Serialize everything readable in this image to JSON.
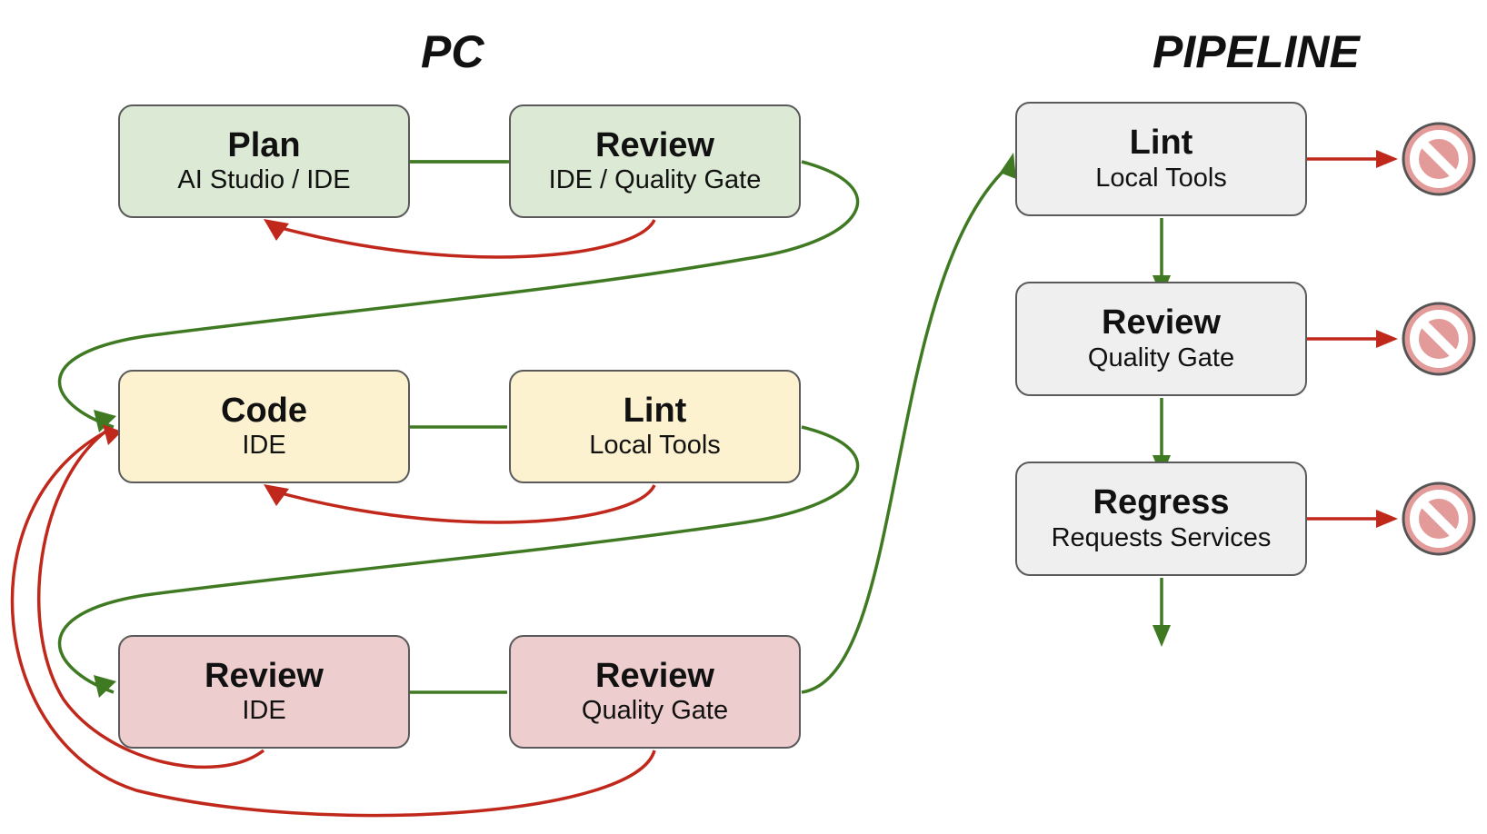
{
  "sections": {
    "pc": "PC",
    "pipeline": "PIPELINE"
  },
  "colors": {
    "success_arrow": "#3f7a23",
    "failure_arrow": "#c1281c",
    "stop_fill": "#e39b9a",
    "stop_stroke": "#555555",
    "plan_fill": "#dce9d5",
    "code_fill": "#fcf2d0",
    "review_fill": "#edcdcd",
    "pipeline_fill": "#efefef"
  },
  "nodes": {
    "plan": {
      "title": "Plan",
      "subtitle": "AI Studio / IDE"
    },
    "plan_review": {
      "title": "Review",
      "subtitle": "IDE / Quality Gate"
    },
    "code": {
      "title": "Code",
      "subtitle": "IDE"
    },
    "lint": {
      "title": "Lint",
      "subtitle": "Local Tools"
    },
    "review_ide": {
      "title": "Review",
      "subtitle": "IDE"
    },
    "review_qg": {
      "title": "Review",
      "subtitle": "Quality Gate"
    },
    "pipe_lint": {
      "title": "Lint",
      "subtitle": "Local Tools"
    },
    "pipe_review": {
      "title": "Review",
      "subtitle": "Quality Gate"
    },
    "pipe_regress": {
      "title": "Regress",
      "subtitle": "Requests Services"
    }
  },
  "icons": {
    "stop": "no-entry-icon"
  }
}
